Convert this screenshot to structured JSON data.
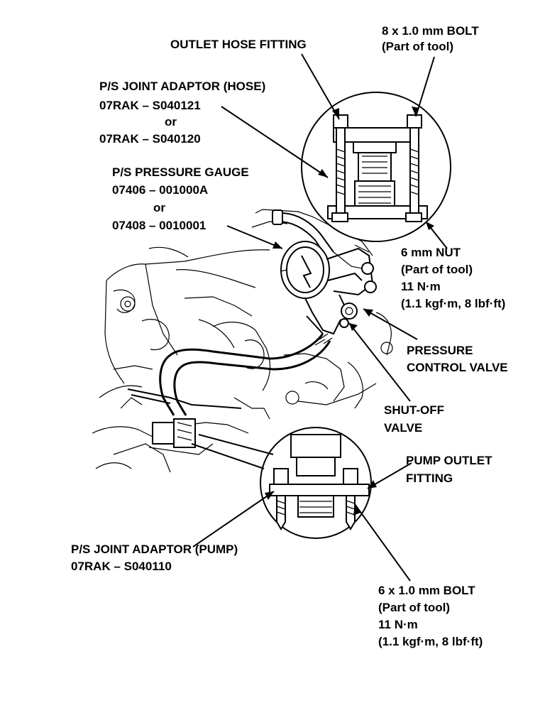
{
  "labels": {
    "outlet_hose_fitting": "OUTLET HOSE FITTING",
    "bolt_8mm": {
      "line1": "8 x 1.0 mm BOLT",
      "line2": "(Part of tool)"
    },
    "ps_joint_adaptor_hose": {
      "line1": "P/S JOINT ADAPTOR (HOSE)",
      "line2": "07RAK – S040121",
      "line3": "or",
      "line4": "07RAK – S040120"
    },
    "ps_pressure_gauge": {
      "line1": "P/S PRESSURE GAUGE",
      "line2": "07406 – 001000A",
      "line3": "or",
      "line4": "07408 – 0010001"
    },
    "nut_6mm": {
      "line1": "6 mm NUT",
      "line2": "(Part of tool)",
      "line3": "11 N·m",
      "line4": "(1.1 kgf·m, 8 lbf·ft)"
    },
    "pressure_control_valve": {
      "line1": "PRESSURE",
      "line2": "CONTROL VALVE"
    },
    "shut_off_valve": {
      "line1": "SHUT-OFF",
      "line2": "VALVE"
    },
    "pump_outlet_fitting": {
      "line1": "PUMP OUTLET",
      "line2": "FITTING"
    },
    "ps_joint_adaptor_pump": {
      "line1": "P/S JOINT ADAPTOR (PUMP)",
      "line2": "07RAK – S040110"
    },
    "bolt_6mm": {
      "line1": "6 x 1.0 mm BOLT",
      "line2": "(Part of tool)",
      "line3": "11 N·m",
      "line4": "(1.1 kgf·m, 8 lbf·ft)"
    }
  }
}
